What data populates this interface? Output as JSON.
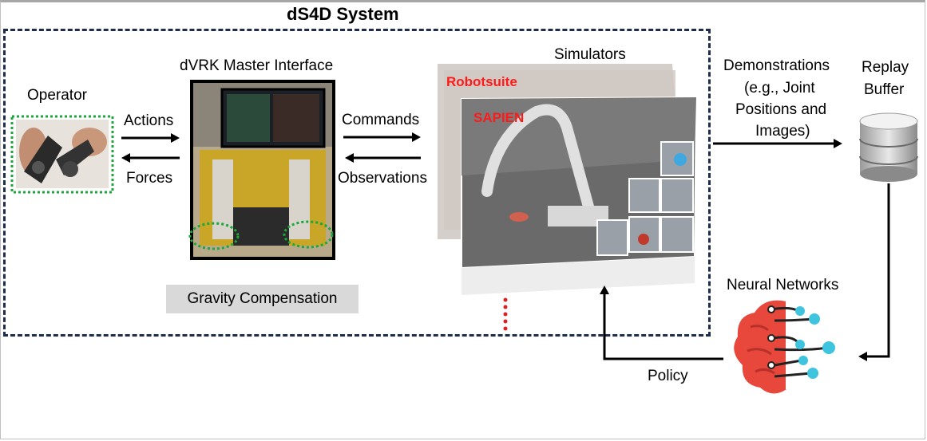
{
  "title": "dS4D System",
  "labels": {
    "operator": "Operator",
    "master": "dVRK Master Interface",
    "simulators": "Simulators",
    "actions": "Actions",
    "forces": "Forces",
    "commands": "Commands",
    "observations": "Observations",
    "gravity": "Gravity Compensation",
    "demonstrations": [
      "Demonstrations",
      "(e.g., Joint",
      "Positions and",
      "Images)"
    ],
    "replay": [
      "Replay",
      "Buffer"
    ],
    "neural": "Neural Networks",
    "policy": "Policy"
  },
  "sim_labels": {
    "robotsuite": "Robotsuite",
    "sapien": "SAPIEN"
  },
  "colors": {
    "dash_border": "#1f2d4d",
    "green_dots": "#1aa83a",
    "red_dots": "#e02020",
    "brain_red": "#e8473c",
    "brain_blue": "#3fc4e0",
    "sim_label_red": "#ff1a1a"
  }
}
